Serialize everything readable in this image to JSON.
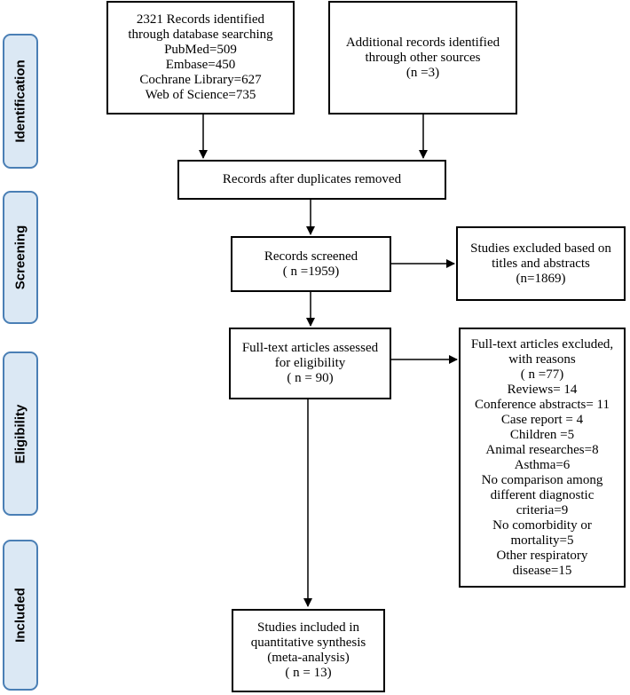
{
  "sidebar": {
    "identification": "Identification",
    "screening": "Screening",
    "eligibility": "Eligibility",
    "included": "Included"
  },
  "boxes": {
    "database": [
      "2321 Records identified",
      "through database searching",
      "PubMed=509",
      "Embase=450",
      "Cochrane Library=627",
      "Web of Science=735"
    ],
    "other": [
      "Additional records identified",
      "through other sources",
      "(n =3)"
    ],
    "duplicates": [
      "Records after duplicates removed"
    ],
    "screened": [
      "Records screened",
      "( n =1959)"
    ],
    "excluded_titles": [
      "Studies excluded based on",
      "titles and abstracts",
      "(n=1869)"
    ],
    "fulltext": [
      "Full-text articles assessed",
      "for eligibility",
      "( n = 90)"
    ],
    "fulltext_excluded": [
      "Full-text articles excluded,",
      "with reasons",
      "( n =77)",
      "Reviews= 14",
      "Conference abstracts= 11",
      "Case report = 4",
      "Children =5",
      "Animal researches=8",
      "Asthma=6",
      "No comparison among",
      "different diagnostic",
      "criteria=9",
      "No comorbidity or",
      "mortality=5",
      "Other respiratory",
      "disease=15"
    ],
    "included": [
      "Studies included in",
      "quantitative synthesis",
      "(meta-analysis)",
      "( n = 13)"
    ]
  }
}
